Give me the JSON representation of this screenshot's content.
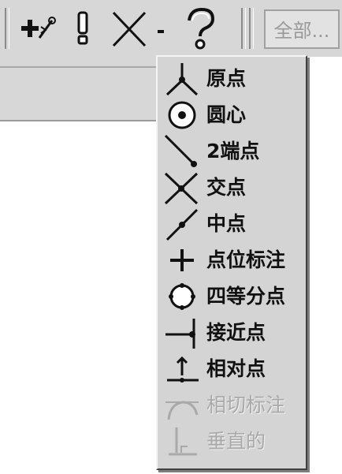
{
  "toolbar": {
    "scope_value": "全部..."
  },
  "menu": {
    "items": [
      {
        "label": "原点",
        "icon": "origin-snap-icon",
        "enabled": true
      },
      {
        "label": "圆心",
        "icon": "center-snap-icon",
        "enabled": true
      },
      {
        "label": "2端点",
        "icon": "endpoint-snap-icon",
        "enabled": true
      },
      {
        "label": "交点",
        "icon": "intersection-snap-icon",
        "enabled": true
      },
      {
        "label": "中点",
        "icon": "midpoint-snap-icon",
        "enabled": true
      },
      {
        "label": "点位标注",
        "icon": "point-marker-icon",
        "enabled": true
      },
      {
        "label": "四等分点",
        "icon": "quadrant-snap-icon",
        "enabled": true
      },
      {
        "label": "接近点",
        "icon": "nearest-snap-icon",
        "enabled": true
      },
      {
        "label": "相对点",
        "icon": "relative-point-icon",
        "enabled": true
      },
      {
        "label": "相切标注",
        "icon": "tangent-snap-icon",
        "enabled": false
      },
      {
        "label": "垂直的",
        "icon": "perpendicular-snap-icon",
        "enabled": false
      }
    ]
  }
}
